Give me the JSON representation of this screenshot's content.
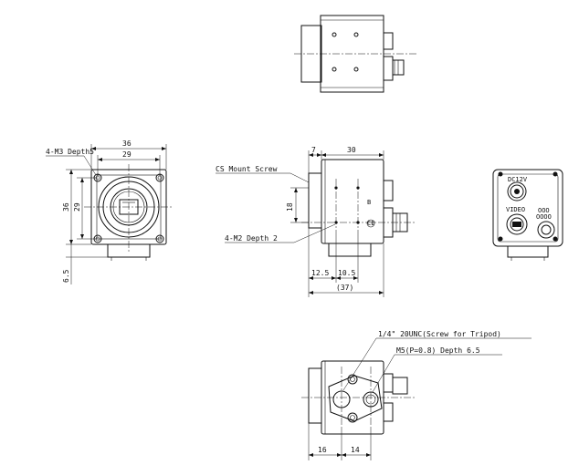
{
  "front_view": {
    "dim_width_outer": "36",
    "dim_width_inner": "29",
    "dim_height_outer": "36",
    "dim_height_inner": "29",
    "dim_base": "6.5",
    "label_holes": "4-M3 Depth5"
  },
  "side_view": {
    "dim_lens": "7",
    "dim_body": "30",
    "dim_height": "18",
    "dim_a": "12.5",
    "dim_b": "10.5",
    "dim_total": "(37)",
    "label_mount": "CS Mount Screw",
    "label_holes": "4-M2 Depth 2"
  },
  "rear_view": {
    "label_power": "DC12V",
    "label_video": "VIDEO"
  },
  "bottom_view": {
    "dim_a": "16",
    "dim_b": "14",
    "label_tripod": "1/4\" 20UNC(Screw for Tripod)",
    "label_m5": "M5(P=0.8) Depth 6.5"
  }
}
